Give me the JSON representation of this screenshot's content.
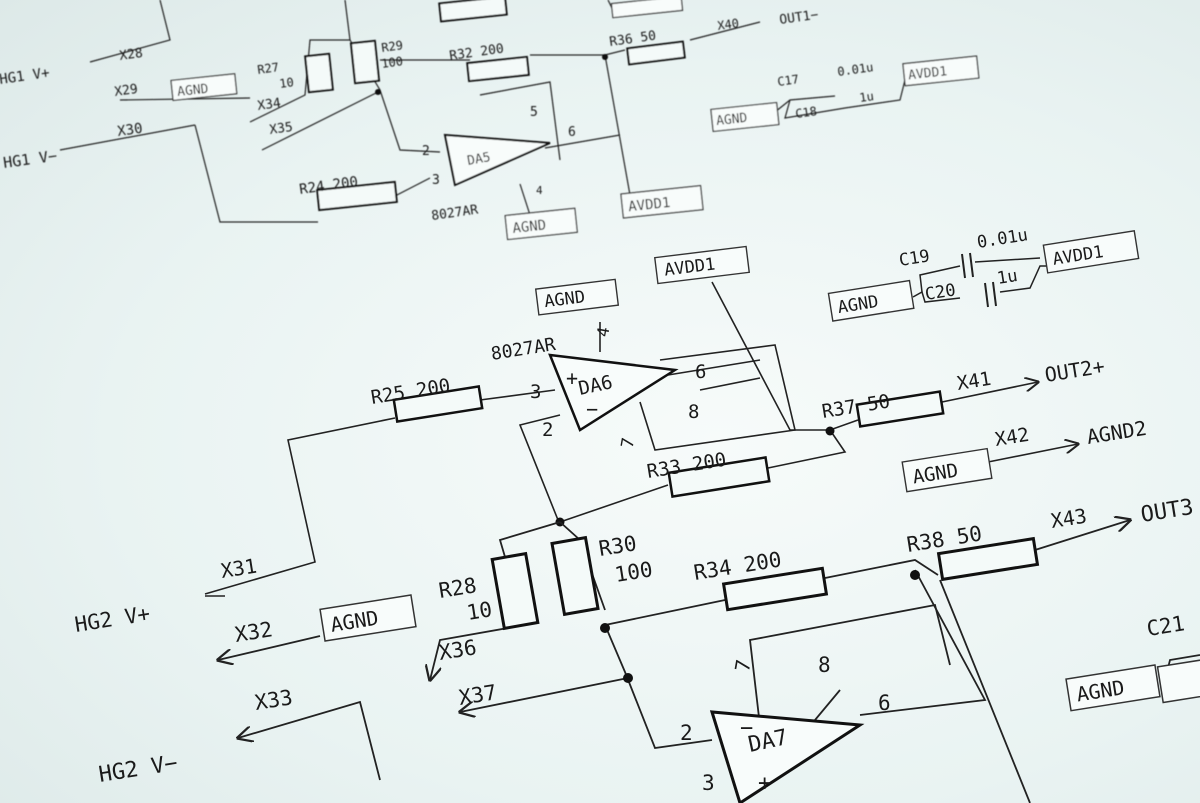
{
  "top": {
    "ports": {
      "hg1_vplus": "HG1 V+",
      "hg1_vminus": "HG1 V−",
      "out1_minus": "OUT1−"
    },
    "connectors": {
      "x28": "X28",
      "x29": "X29",
      "x30": "X30",
      "x34": "X34",
      "x35": "X35",
      "x40": "X40"
    },
    "resistors": {
      "r27": {
        "ref": "R27",
        "value": "10"
      },
      "r29": {
        "ref": "R29",
        "value": "100"
      },
      "r32": {
        "ref": "R32 200"
      },
      "r36": {
        "ref": "R36 50"
      },
      "r24": {
        "ref": "R24 200"
      }
    },
    "amp": {
      "ref": "DA5",
      "part": "8027AR",
      "pins": [
        "2",
        "3",
        "5",
        "6",
        "4"
      ]
    },
    "caps": {
      "c17": "C17",
      "c17_val": "0.01u",
      "c18": "C18",
      "c18_val": "1u"
    },
    "power": {
      "agnd_a": "AGND",
      "agnd_b": "AGND",
      "agnd_c": "AGND",
      "avdd_a": "AVDD1",
      "avdd_b": "AVDD1"
    }
  },
  "middle": {
    "ports": {
      "out2_plus": "OUT2+",
      "agnd2": "AGND2",
      "hg2_vplus": "HG2 V+"
    },
    "connectors": {
      "x31": "X31",
      "x41": "X41",
      "x42": "X42"
    },
    "resistors": {
      "r25": {
        "ref": "R25 200"
      },
      "r37": {
        "ref": "R37 50"
      },
      "r33": {
        "ref": "R33 200"
      }
    },
    "amp": {
      "ref": "DA6",
      "part": "8027AR",
      "pins": [
        "3",
        "2",
        "4",
        "6",
        "8",
        "7"
      ],
      "plus": "+",
      "minus": "−"
    },
    "caps": {
      "c19": "C19",
      "c19_val": "0.01u",
      "c20": "C20",
      "c20_val": "1u"
    },
    "power": {
      "agnd_amp": "AGND",
      "avdd_amp": "AVDD1",
      "agnd_cap": "AGND",
      "avdd_cap": "AVDD1",
      "agnd_x42": "AGND"
    }
  },
  "bottom": {
    "ports": {
      "out3": "OUT3",
      "hg2_vminus": "HG2 V−"
    },
    "connectors": {
      "x32": "X32",
      "x33": "X33",
      "x36": "X36",
      "x37": "X37",
      "x43": "X43"
    },
    "resistors": {
      "r28": {
        "ref": "R28",
        "value": "10"
      },
      "r30": {
        "ref": "R30",
        "value": "100"
      },
      "r34": {
        "ref": "R34 200"
      },
      "r38": {
        "ref": "R38 50"
      }
    },
    "amp": {
      "ref": "DA7",
      "pins": [
        "2",
        "3",
        "7",
        "8",
        "6"
      ],
      "plus": "+",
      "minus": "−"
    },
    "caps": {
      "c21": "C21"
    },
    "power": {
      "agnd_x32": "AGND",
      "agnd_cap": "AGND"
    }
  },
  "colors": {
    "paper": "#eef6f5",
    "ink": "#1a1a1a"
  }
}
